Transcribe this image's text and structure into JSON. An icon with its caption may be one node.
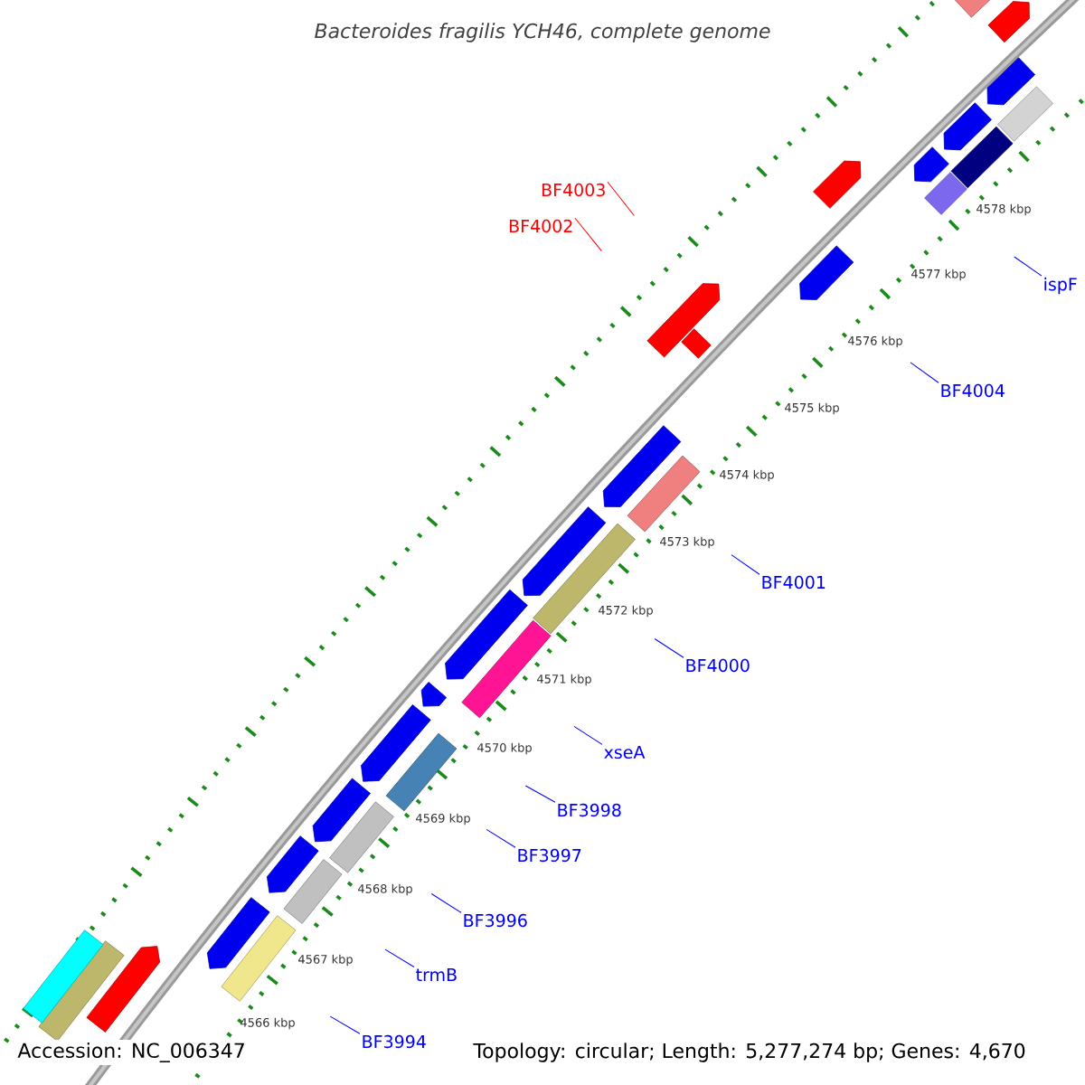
{
  "diagram": {
    "title": "*Bacteroides fragilis* YCH46, complete genome",
    "nodes": [
      {
        "text": [
          "BF4003"
        ]
      },
      {
        "text": [
          "BF4002"
        ]
      },
      {
        "text": [
          "ispF"
        ]
      },
      {
        "text": [
          "BF4004"
        ]
      },
      {
        "text": [
          "BF4001"
        ]
      },
      {
        "text": [
          "BF4000"
        ]
      },
      {
        "text": [
          "xseA"
        ]
      },
      {
        "text": [
          "BF3998"
        ]
      },
      {
        "text": [
          "BF3997"
        ]
      },
      {
        "text": [
          "BF3996"
        ]
      },
      {
        "text": [
          "trmB"
        ]
      },
      {
        "text": [
          "BF3994"
        ]
      }
    ],
    "edges": [
      {
        "from": 0,
        "to": null,
        "arrow": "none",
        "color": "#ff0000"
      },
      {
        "from": 1,
        "to": null,
        "arrow": "none",
        "color": "#ff0000"
      },
      {
        "from": 2,
        "to": null,
        "arrow": "none"
      },
      {
        "from": 3,
        "to": null,
        "arrow": "none"
      },
      {
        "from": 4,
        "to": null,
        "arrow": "none"
      },
      {
        "from": 5,
        "to": null,
        "arrow": "none"
      },
      {
        "from": 6,
        "to": null,
        "arrow": "none"
      },
      {
        "from": 7,
        "to": null,
        "arrow": "none"
      },
      {
        "from": 8,
        "to": null,
        "arrow": "none"
      },
      {
        "from": 9,
        "to": null,
        "arrow": "none"
      },
      {
        "from": 10,
        "to": null,
        "arrow": "none"
      },
      {
        "from": 11,
        "to": null,
        "arrow": "none"
      }
    ],
    "labels": [
      "4578 kbp",
      "4577 kbp",
      "4576 kbp",
      "4575 kbp",
      "4574 kbp",
      "4573 kbp",
      "4572 kbp",
      "4571 kbp",
      "4570 kbp",
      "4569 kbp",
      "4568 kbp",
      "4567 kbp",
      "4566 kbp",
      "Accession: NC_006347",
      "Topology: circular; Length: 5,277,274 bp; Genes: 4,670"
    ]
  }
}
